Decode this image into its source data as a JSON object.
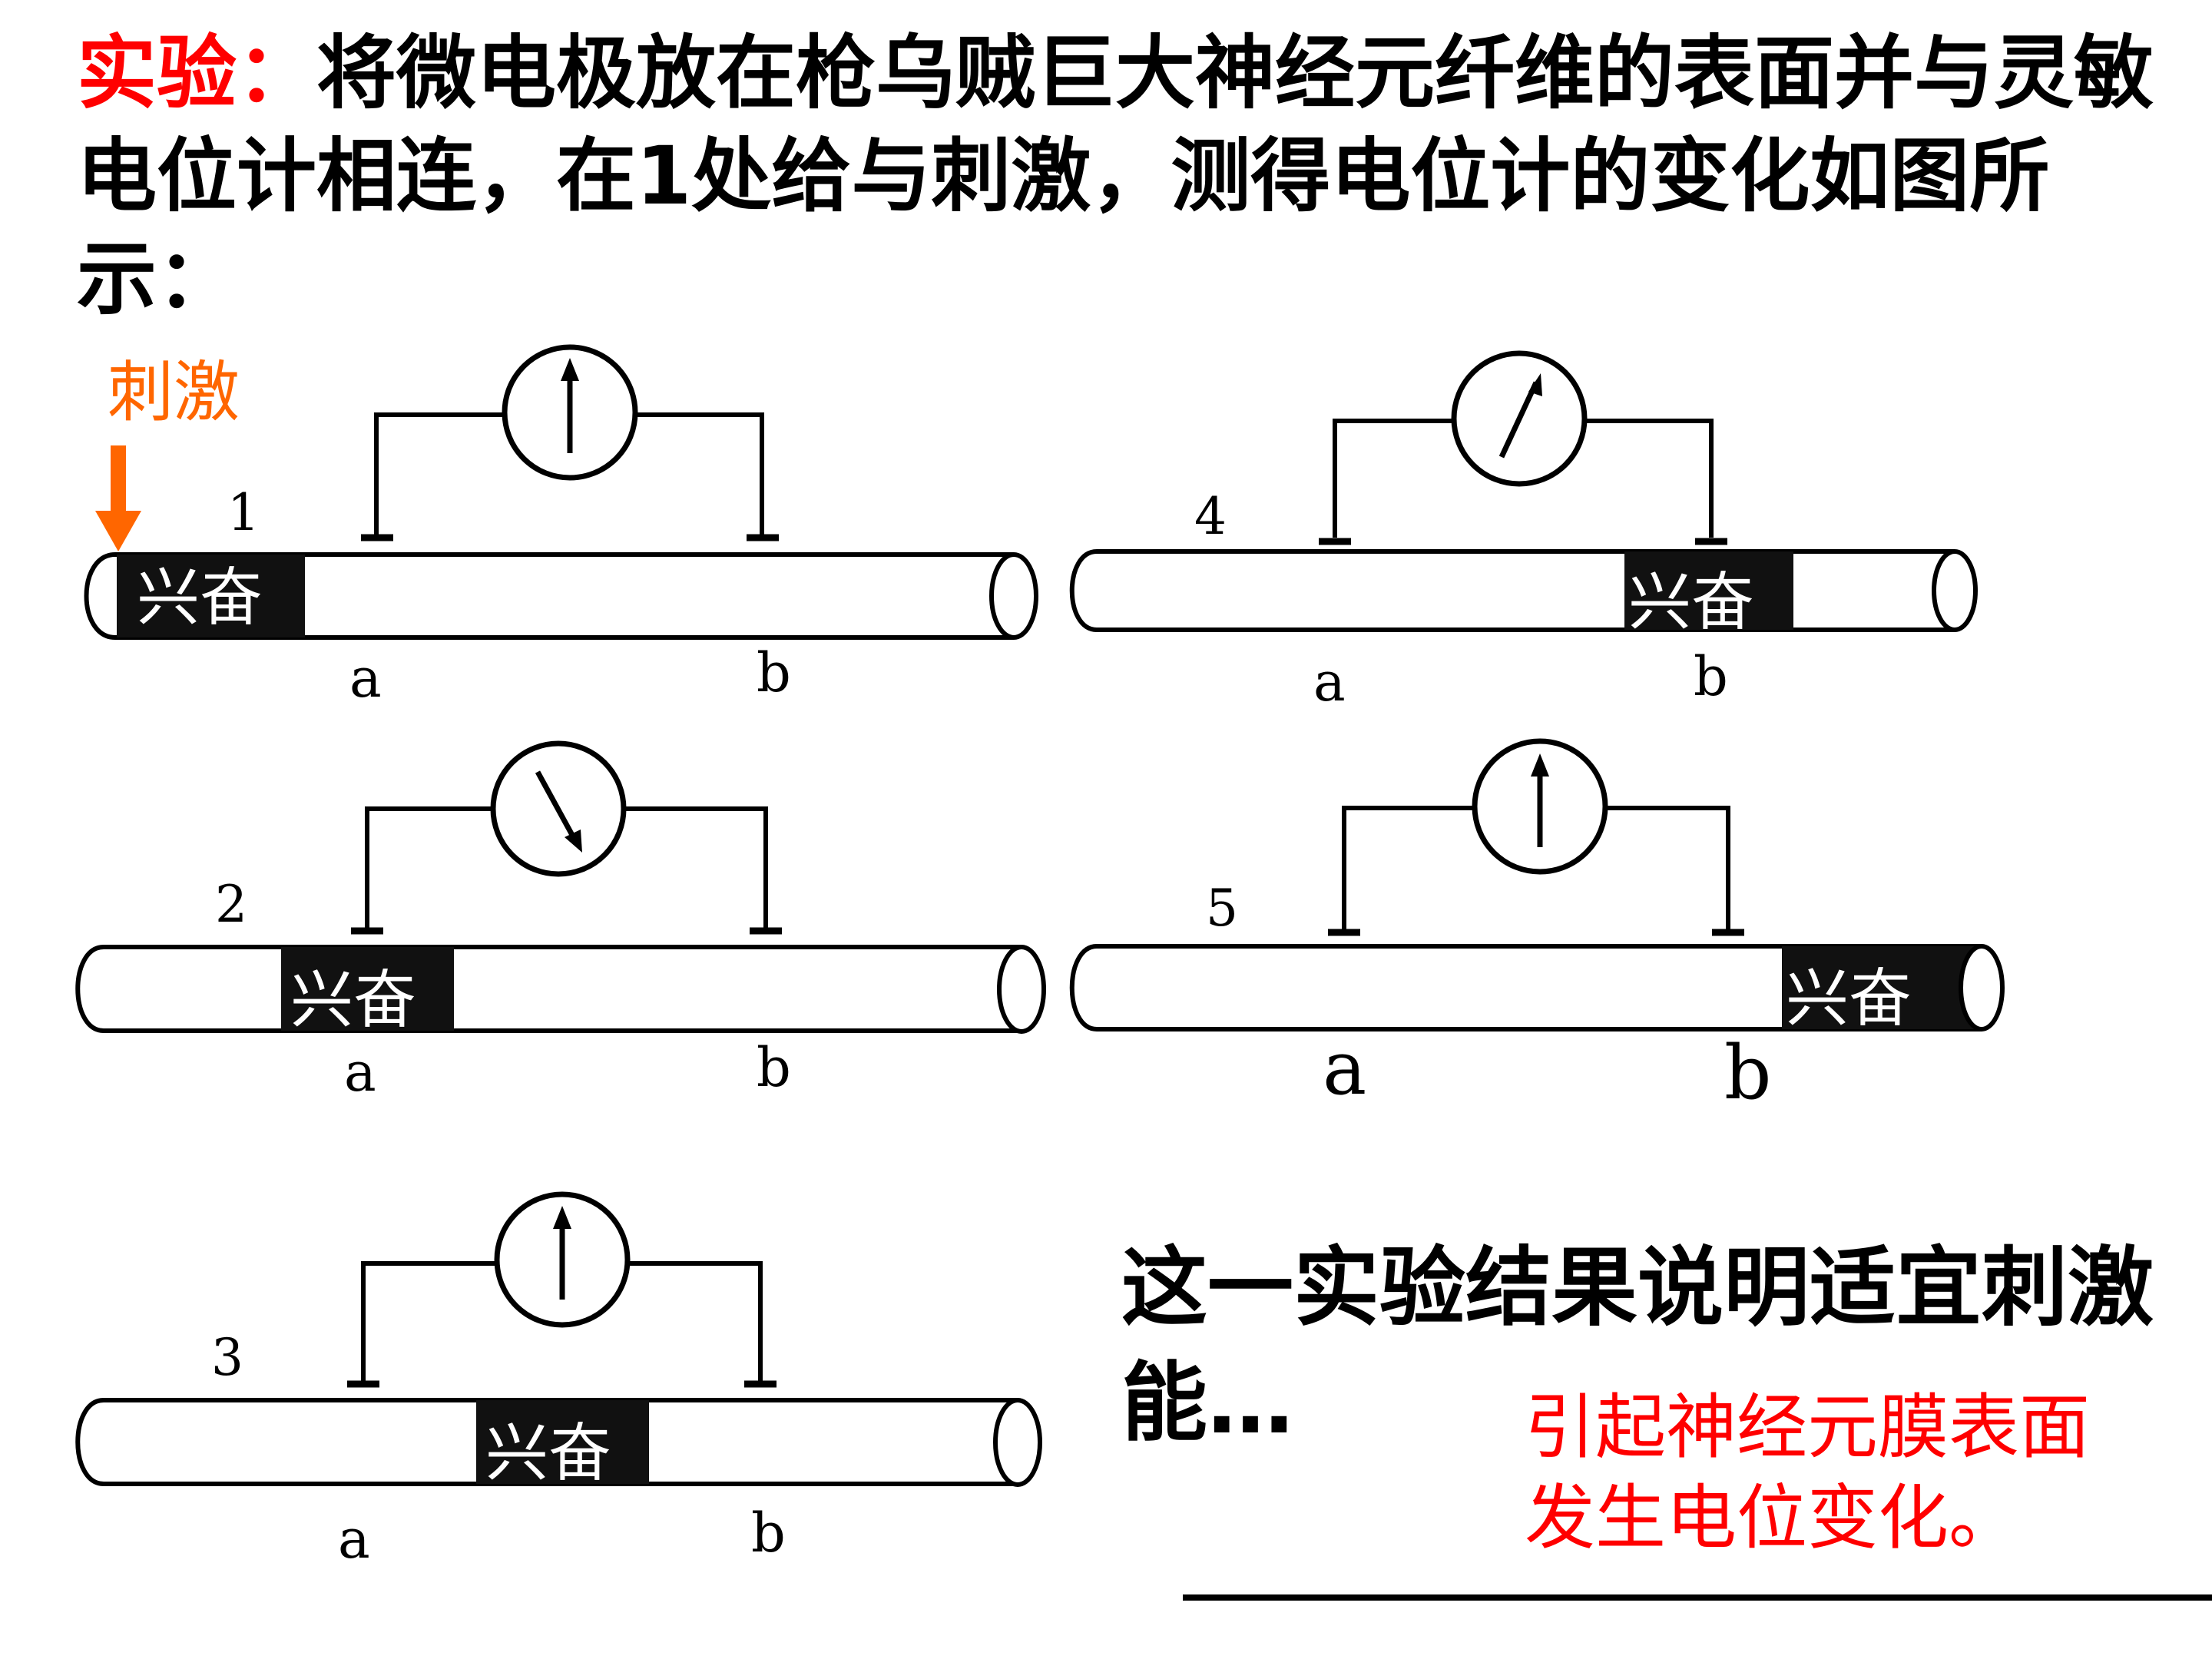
{
  "intro": {
    "label": "实验：",
    "text": "将微电极放在枪乌贼巨大神经元纤维的表面并与灵敏电位计相连，在1处给与刺激，测得电位计的变化如图所示："
  },
  "stimulus_label": "刺激",
  "excited_label": "兴奋",
  "electrode_labels": [
    "a",
    "b"
  ],
  "panels": [
    {
      "number": "1",
      "needle": "up"
    },
    {
      "number": "2",
      "needle": "tilt-left"
    },
    {
      "number": "3",
      "needle": "up"
    },
    {
      "number": "4",
      "needle": "tilt-right"
    },
    {
      "number": "5",
      "needle": "up"
    }
  ],
  "conclusion": {
    "text": "这一实验结果说明适宜刺激能…",
    "answer_line1": "引起神经元膜表面",
    "answer_line2": "发生电位变化。"
  },
  "colors": {
    "label_red": "#ff0000",
    "stimulus_orange": "#ff6600",
    "answer_red": "#ff0000",
    "ink": "#000000"
  }
}
